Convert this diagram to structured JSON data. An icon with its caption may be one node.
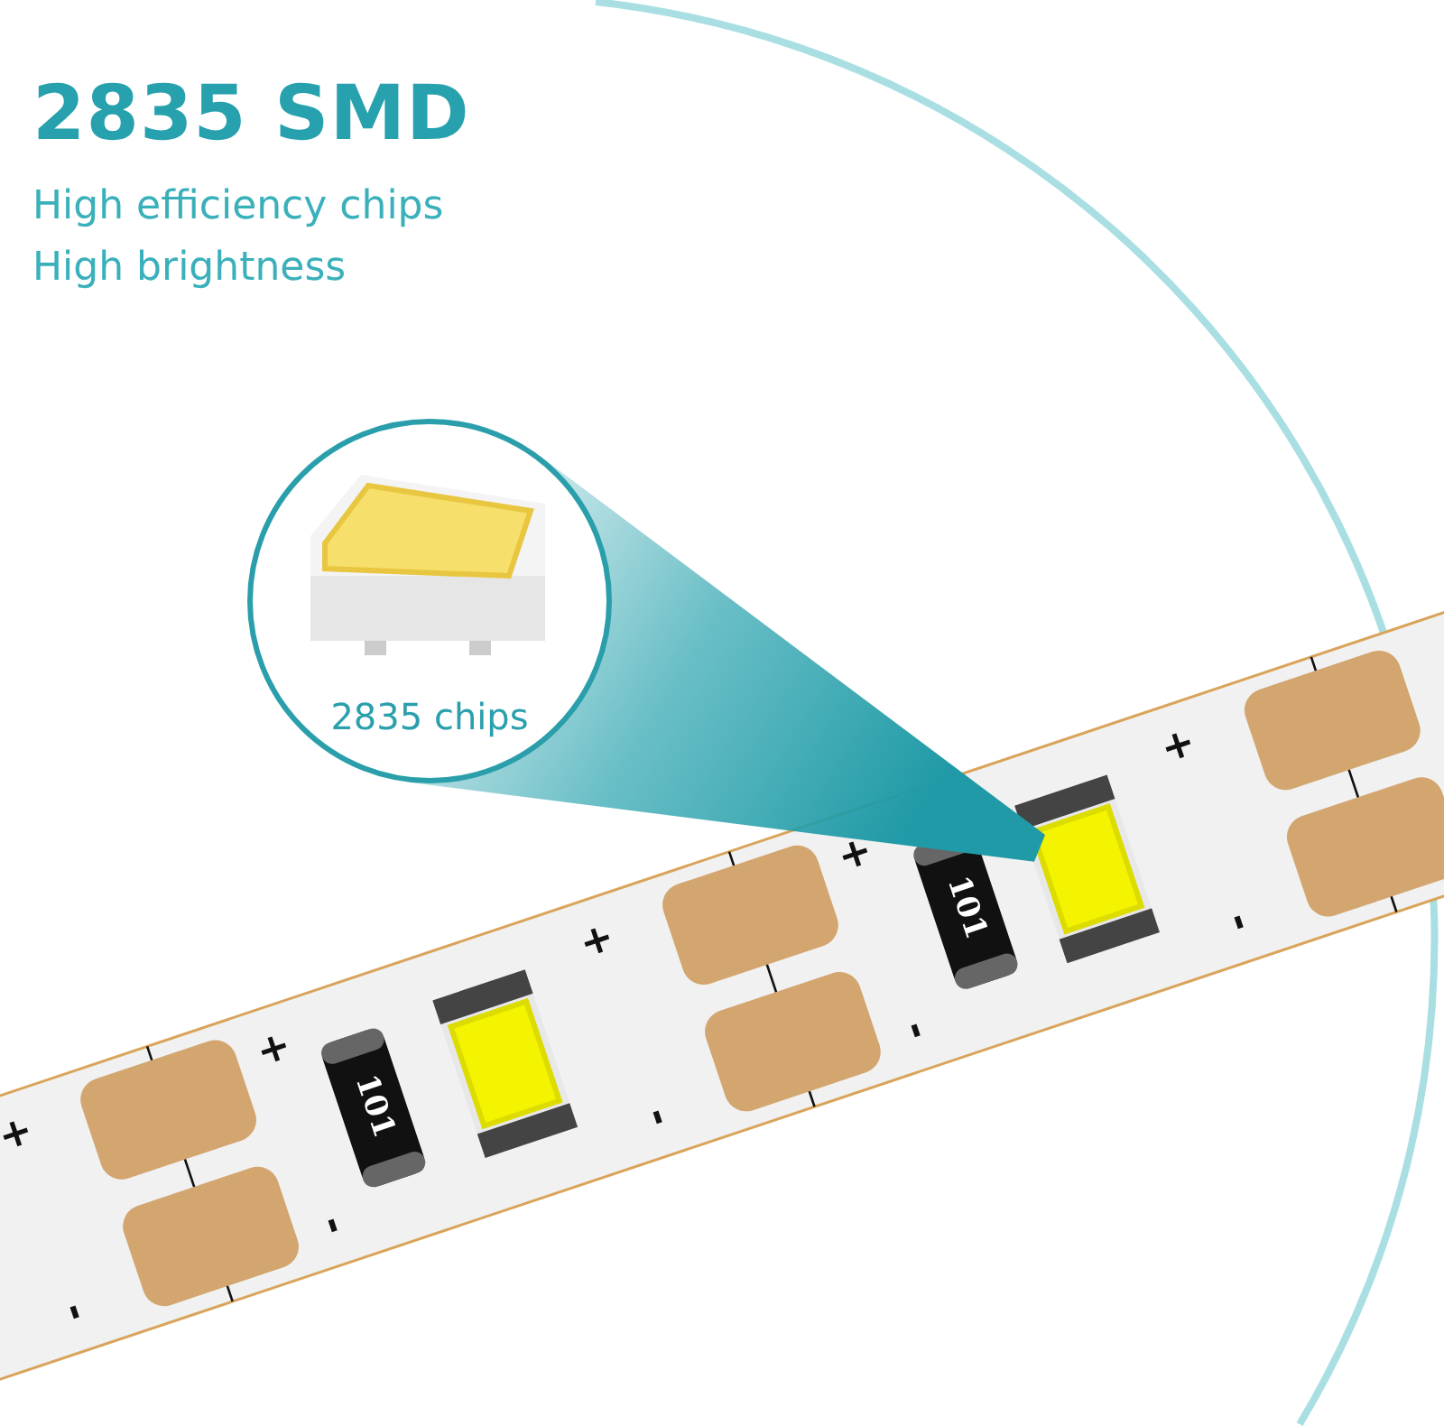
{
  "diagram": {
    "title": "2835 SMD",
    "nodes": [
      {
        "text": [
          "2835 chips"
        ]
      },
      {
        "text": [],
        "shape": "box"
      }
    ],
    "edges": [
      {
        "from": 0,
        "to": 1,
        "arrow": "none"
      }
    ],
    "labels": [
      "High efficiency chips",
      "High brightness",
      "+",
      "-",
      "+",
      "-",
      "101",
      "+",
      "-",
      "+",
      "-",
      "101",
      "+",
      "-"
    ]
  }
}
